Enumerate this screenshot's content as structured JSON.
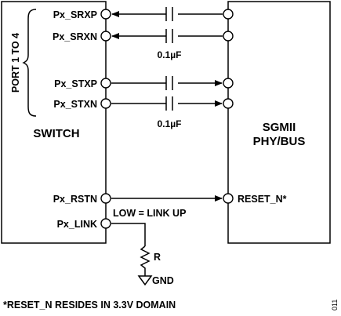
{
  "switch_block": {
    "label": "SWITCH",
    "port_group_label": "PORT 1 TO 4",
    "pins": {
      "srxp": "Px_SRXP",
      "srxn": "Px_SRXN",
      "stxp": "Px_STXP",
      "stxn": "Px_STXN",
      "rstn": "Px_RSTN",
      "link": "Px_LINK"
    }
  },
  "phy_block": {
    "label_line1": "SGMII",
    "label_line2": "PHY/BUS",
    "reset_pin": "RESET_N*"
  },
  "capacitors": {
    "rx_value": "0.1µF",
    "tx_value": "0.1µF"
  },
  "link_note": "LOW = LINK UP",
  "resistor_label": "R",
  "ground_label": "GND",
  "footnote": "*RESET_N RESIDES IN 3.3V DOMAIN",
  "figure_number": "011"
}
